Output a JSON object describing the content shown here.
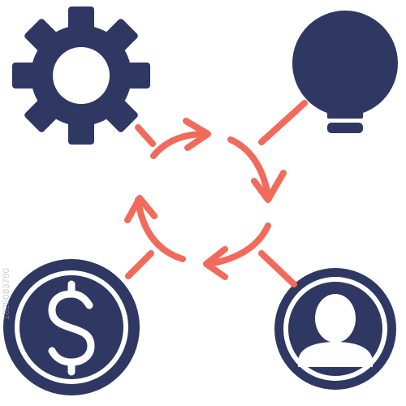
{
  "colors": {
    "icon": "#2f3863",
    "connector": "#f26a5c",
    "background": "#ffffff"
  },
  "icons": [
    {
      "name": "gear-icon",
      "meaning": "settings"
    },
    {
      "name": "lightbulb-icon",
      "meaning": "idea"
    },
    {
      "name": "dollar-coin-icon",
      "meaning": "money"
    },
    {
      "name": "user-avatar-icon",
      "meaning": "person"
    }
  ],
  "cycle_arrows": 4,
  "watermark": "1825083790"
}
